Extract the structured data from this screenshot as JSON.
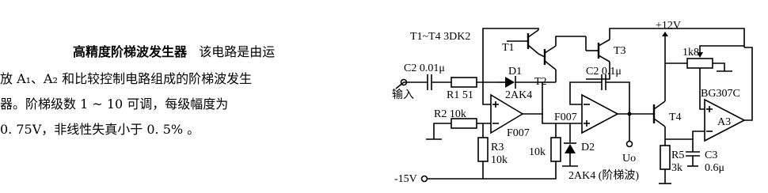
{
  "description": {
    "title": "高精度阶梯波发生器",
    "line1_rest": "该电路是由运",
    "line2": "放 A₁、A₂ 和比较控制电路组成的阶梯波发生",
    "line3": "器。阶梯级数 1 ~ 10 可调，每级幅度为",
    "line4": "0. 75V，非线性失真小于 0. 5% 。"
  },
  "circuit": {
    "transistor_note": "T1~T4 3DK2",
    "T1": "T1",
    "T2": "T2",
    "T3": "T3",
    "T4": "T4",
    "C2_top": "C2 0.1μ",
    "C2_in": "C2 0.01μ",
    "input": "输入",
    "R1": "R1 51",
    "D1": "D1",
    "D1_type": "2AK4",
    "R2": "R2 10k",
    "F007_a": "F007",
    "F007_b": "F007",
    "R3": "R3",
    "R3_val": "10k",
    "R_10k": "10k",
    "D2": "D2",
    "D2_type": "2AK4 (阶梯波)",
    "Uo": "Uo",
    "vcc": "+12V",
    "vee": "-15V",
    "pot": "1k8",
    "BG307C": "BG307C",
    "A3": "A3",
    "R5": "R5",
    "R5_val": "3k",
    "C3": "C3",
    "C3_val": "0.6μ"
  }
}
